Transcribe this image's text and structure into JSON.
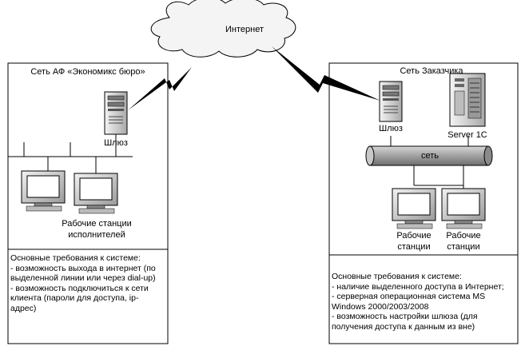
{
  "cloud": {
    "label": "Интернет"
  },
  "left_network": {
    "title": "Сеть АФ «Экономикс бюро»",
    "gateway_label": "Шлюз",
    "workstations_label": [
      "Рабочие станции",
      "исполнителей"
    ],
    "requirements": [
      "Основные требования к системе:",
      "- возможность выхода в интернет (по",
      "выделенной линии или через dial-up)",
      "- возможность подключиться к сети",
      "клиента (пароли для доступа, ip-",
      "адрес)"
    ]
  },
  "right_network": {
    "title": "Сеть Заказчика",
    "gateway_label": "Шлюз",
    "server_label": "Server 1C",
    "bus_label": "сеть",
    "workstation_1_label": [
      "Рабочие",
      "станции"
    ],
    "workstation_2_label": [
      "Рабочие",
      "станции"
    ],
    "requirements": [
      "Основные требования к системе:",
      "- наличие выделенного доступа в Интернет;",
      "- серверная операционная система MS",
      "Windows 2000/2003/2008",
      "- возможность настройки шлюза (для",
      "получения доступа к данным из вне)"
    ]
  }
}
